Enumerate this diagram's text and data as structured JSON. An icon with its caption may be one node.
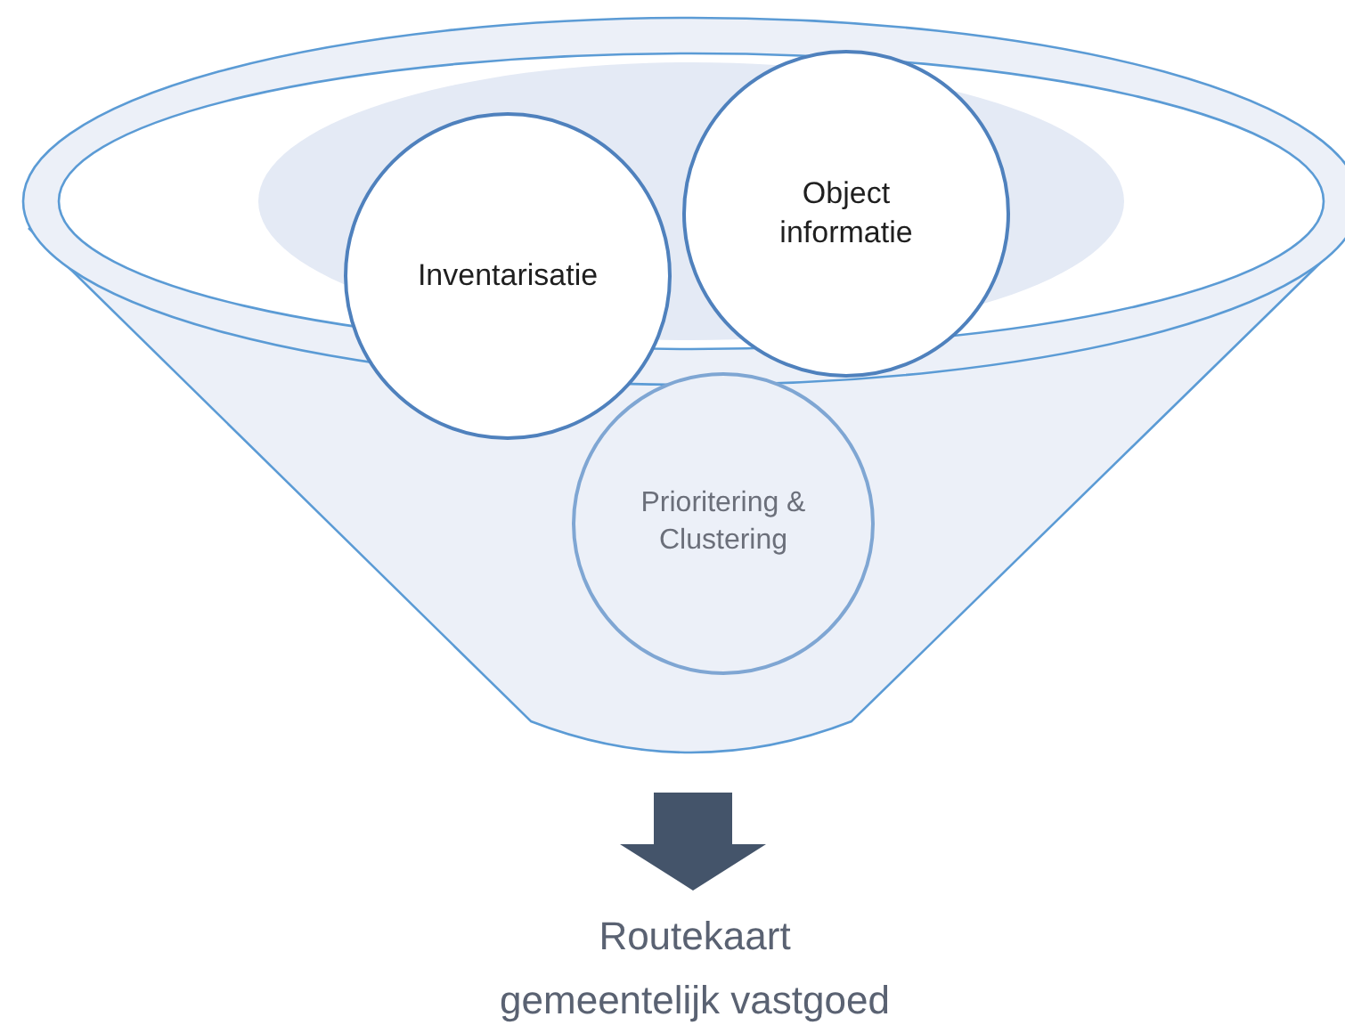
{
  "diagram": {
    "nodes": [
      {
        "text": [],
        "shape": "funnel"
      },
      {
        "text": [
          "Inventarisatie"
        ]
      },
      {
        "text": [
          "Object informatie"
        ]
      },
      {
        "text": [
          "Prioritering & Clustering"
        ],
        "in": 0
      },
      {
        "text": [
          "Routekaart gemeentelijk vastgoed"
        ]
      }
    ],
    "edges": [
      {
        "from": 0,
        "to": 4,
        "arrow": "to",
        "style": "thick"
      }
    ]
  }
}
